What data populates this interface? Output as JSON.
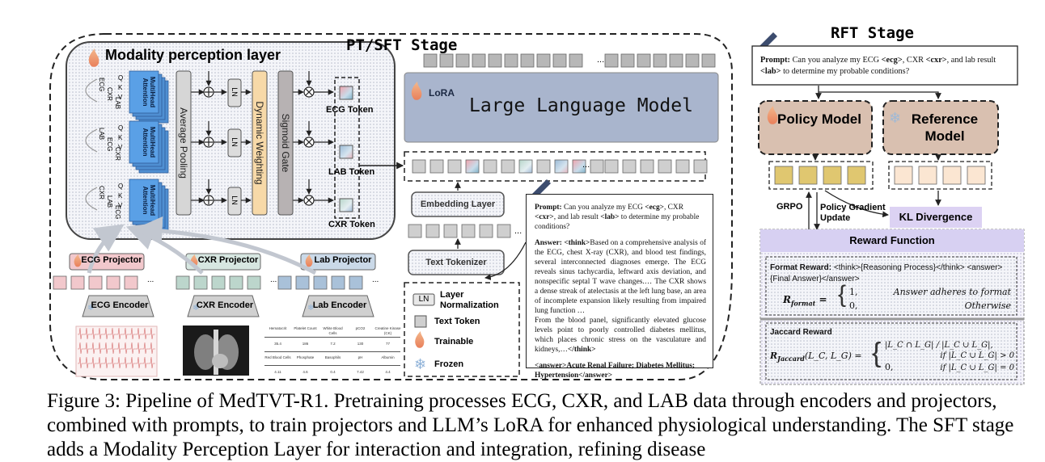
{
  "stages": {
    "pt_sft": "PT/SFT Stage",
    "rft": "RFT Stage"
  },
  "modality_layer": {
    "title": "Modality perception layer",
    "attention_label": "MultiHead Attention",
    "branches": [
      {
        "inputs": [
          "ECG",
          "CXR",
          "LAB"
        ],
        "qkv": [
          "Q",
          "K",
          "V"
        ],
        "token": "ECG Token"
      },
      {
        "inputs": [
          "LAB",
          "ECG",
          "CXR"
        ],
        "qkv": [
          "Q",
          "K",
          "V"
        ],
        "token": "LAB Token"
      },
      {
        "inputs": [
          "CXR",
          "LAB",
          "ECG"
        ],
        "qkv": [
          "Q",
          "K",
          "V"
        ],
        "token": "CXR Token"
      }
    ],
    "average_pooling": "Average Pooling",
    "ln": "LN",
    "dynamic_weighting": "Dynamic Weighting",
    "sigmoid_gate": "Sigmoid Gate"
  },
  "llm": {
    "lora": "LoRA",
    "title": "Large Language Model",
    "ellipsis": "..."
  },
  "embedding_layer": "Embedding Layer",
  "text_tokenizer": "Text Tokenizer",
  "projectors": [
    {
      "label": "ECG Projector",
      "color": "#f2c8cc"
    },
    {
      "label": "CXR Projector",
      "color": "#d7e7e1"
    },
    {
      "label": "Lab Projector",
      "color": "#cad9e8"
    }
  ],
  "encoders": [
    "ECG Encoder",
    "CXR Encoder",
    "Lab Encoder"
  ],
  "lab_table": {
    "headers1": [
      "Hematocrit",
      "Platelet Count",
      "White Blood Cells",
      "pCO2",
      "Creatine Kinase (CK)"
    ],
    "values1": [
      "35.4",
      "186",
      "7.2",
      "130",
      "77"
    ],
    "headers2": [
      "Red Blood Cells",
      "Phosphate",
      "Basophils",
      "pH",
      "Albumin"
    ],
    "values2": [
      "4.11",
      "4.6",
      "0.4",
      "7.42",
      "4.4"
    ]
  },
  "legend": {
    "ln_symbol": "LN",
    "ln_desc": "Layer Normalization",
    "text_token": "Text Token",
    "trainable": "Trainable",
    "frozen": "Frozen"
  },
  "sft_prompt": {
    "prompt_label": "Prompt:",
    "prompt_text_1": "Can you analyze my ECG",
    "ecg_tag": "<ecg>",
    "cxr_word": ", CXR",
    "cxr_tag": "<cxr>",
    "lab_word": ", and lab result",
    "lab_tag": "<lab>",
    "prompt_tail": "to determine my probable conditions?",
    "answer_label": "Answer:",
    "think_open": "<think>",
    "answer_body_1": "Based on a comprehensive analysis of the ECG, chest X-ray (CXR), and blood test findings, several interconnected diagnoses emerge. The ECG reveals sinus tachycardia, leftward axis deviation, and nonspecific septal T wave changes.… The CXR shows a dense streak of atelectasis at the left lung base, an area of incomplete expansion likely resulting from impaired lung function …",
    "answer_body_2": "From the blood panel, significantly elevated glucose levels point to poorly controlled diabetes mellitus, which places chronic stress on the vasculature and kidneys,…",
    "think_close": "</think>",
    "final_answer": "<answer>Acute Renal Failure; Diabetes Mellitus; Hypertension</answer>"
  },
  "rft": {
    "prompt_label": "Prompt:",
    "prompt_text_1": "Can you analyze my ECG",
    "ecg_tag": "<ecg>",
    "cxr_word": ", CXR",
    "cxr_tag": "<cxr>",
    "lab_word": ", and lab result",
    "lab_tag": "<lab>",
    "prompt_tail": "to determine my probable conditions?",
    "policy_model": "Policy Model",
    "reference_model": "Reference Model",
    "grpo": "GRPO",
    "policy_gradient": "Policy Gradient Update",
    "kl_divergence": "KL Divergence",
    "reward_function": "Reward Function",
    "format_reward_label": "Format Reward:",
    "format_reward_text": "<think>{Reasoning Process}</think> <answer>{Final Answer}</answer>",
    "r_format": "R",
    "r_format_sub": "format",
    "format_case1_val": "1,",
    "format_case1_text": "Answer adheres to format",
    "format_case2_val": "0,",
    "format_case2_text": "Otherwise",
    "jaccard_label": "Jaccard Reward",
    "r_jaccard": "R",
    "r_jaccard_sub": "Jaccard",
    "jaccard_args": "(L_C, L_G) =",
    "jaccard_frac": "|L_C ∩ L_G| / |L_C ∪ L_G|,",
    "jaccard_cond1": "if |L_C ∪ L_G| > 0",
    "jaccard_case2": "0,",
    "jaccard_cond2": "if |L_C ∪ L_G| = 0"
  },
  "caption": {
    "label": "Figure 3:",
    "text": "Pipeline of MedTVT-R1.  Pretraining processes ECG, CXR, and LAB data through encoders and projectors, combined with prompts, to train projectors and LLM’s LoRA for enhanced physiological understanding. The SFT stage adds a Modality Perception Layer for interaction and integration, refining disease"
  },
  "colors": {
    "llm": "#a9b5cd",
    "policy": "#d9c0b0",
    "kl": "#dcd2f3",
    "reward_header": "#d7d0f2",
    "gold_token": "#e0c770",
    "cream_token": "#fbe6d2",
    "attention": "#5aa0e6",
    "dynamic": "#f7d9a8",
    "gate": "#b7b2b3",
    "token_gray": "#b7b7b7"
  }
}
